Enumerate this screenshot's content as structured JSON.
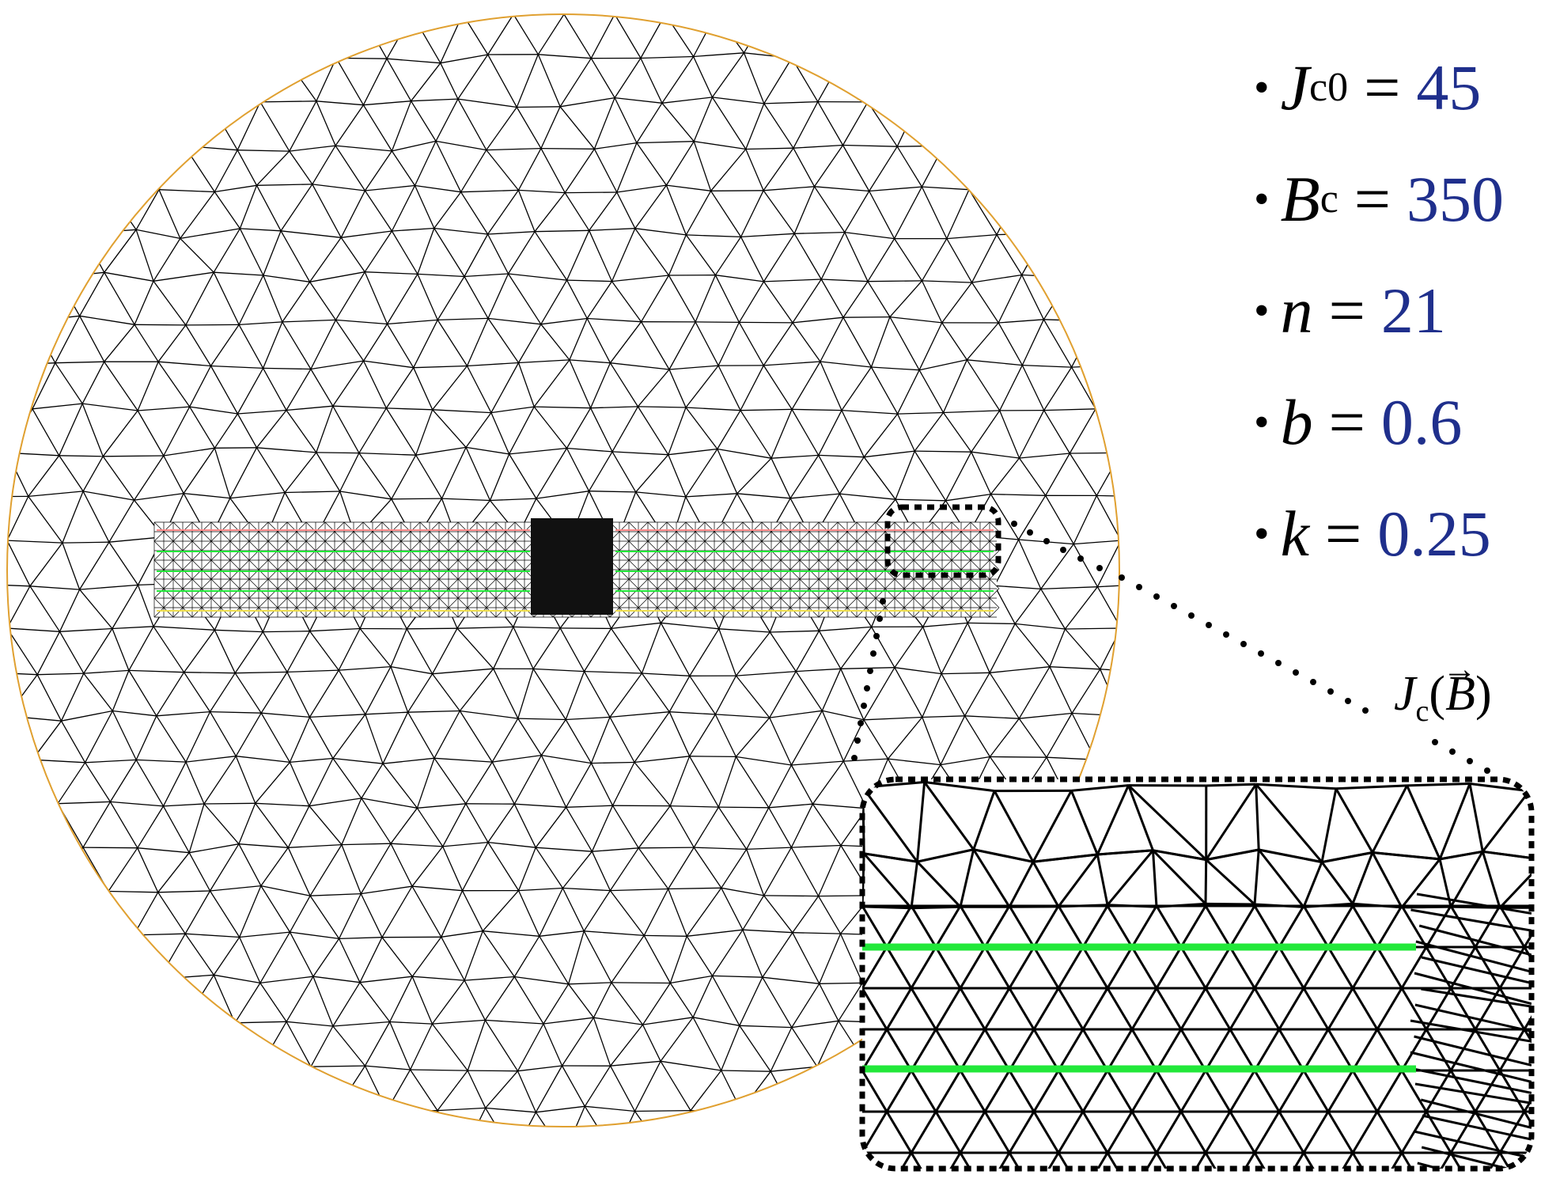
{
  "parameters": [
    {
      "symbol": "J",
      "sub": "c0",
      "value": "45"
    },
    {
      "symbol": "B",
      "sub": "c",
      "value": "350"
    },
    {
      "symbol": "n",
      "sub": "",
      "value": "21"
    },
    {
      "symbol": "b",
      "sub": "",
      "value": "0.6"
    },
    {
      "symbol": "k",
      "sub": "",
      "value": "0.25"
    }
  ],
  "bullet": "•",
  "equals": "=",
  "jc_label": {
    "symbol": "J",
    "sub": "c",
    "vector": "B",
    "arrow": "→",
    "open": "(",
    "close": ")"
  },
  "colors": {
    "mesh_lines": "#000000",
    "domain_boundary": "#e0a030",
    "value_text": "#1f2f8c",
    "tape_green": "#22e83a",
    "tape_red": "#ff8a8a",
    "tape_yellow": "#f0e050"
  }
}
